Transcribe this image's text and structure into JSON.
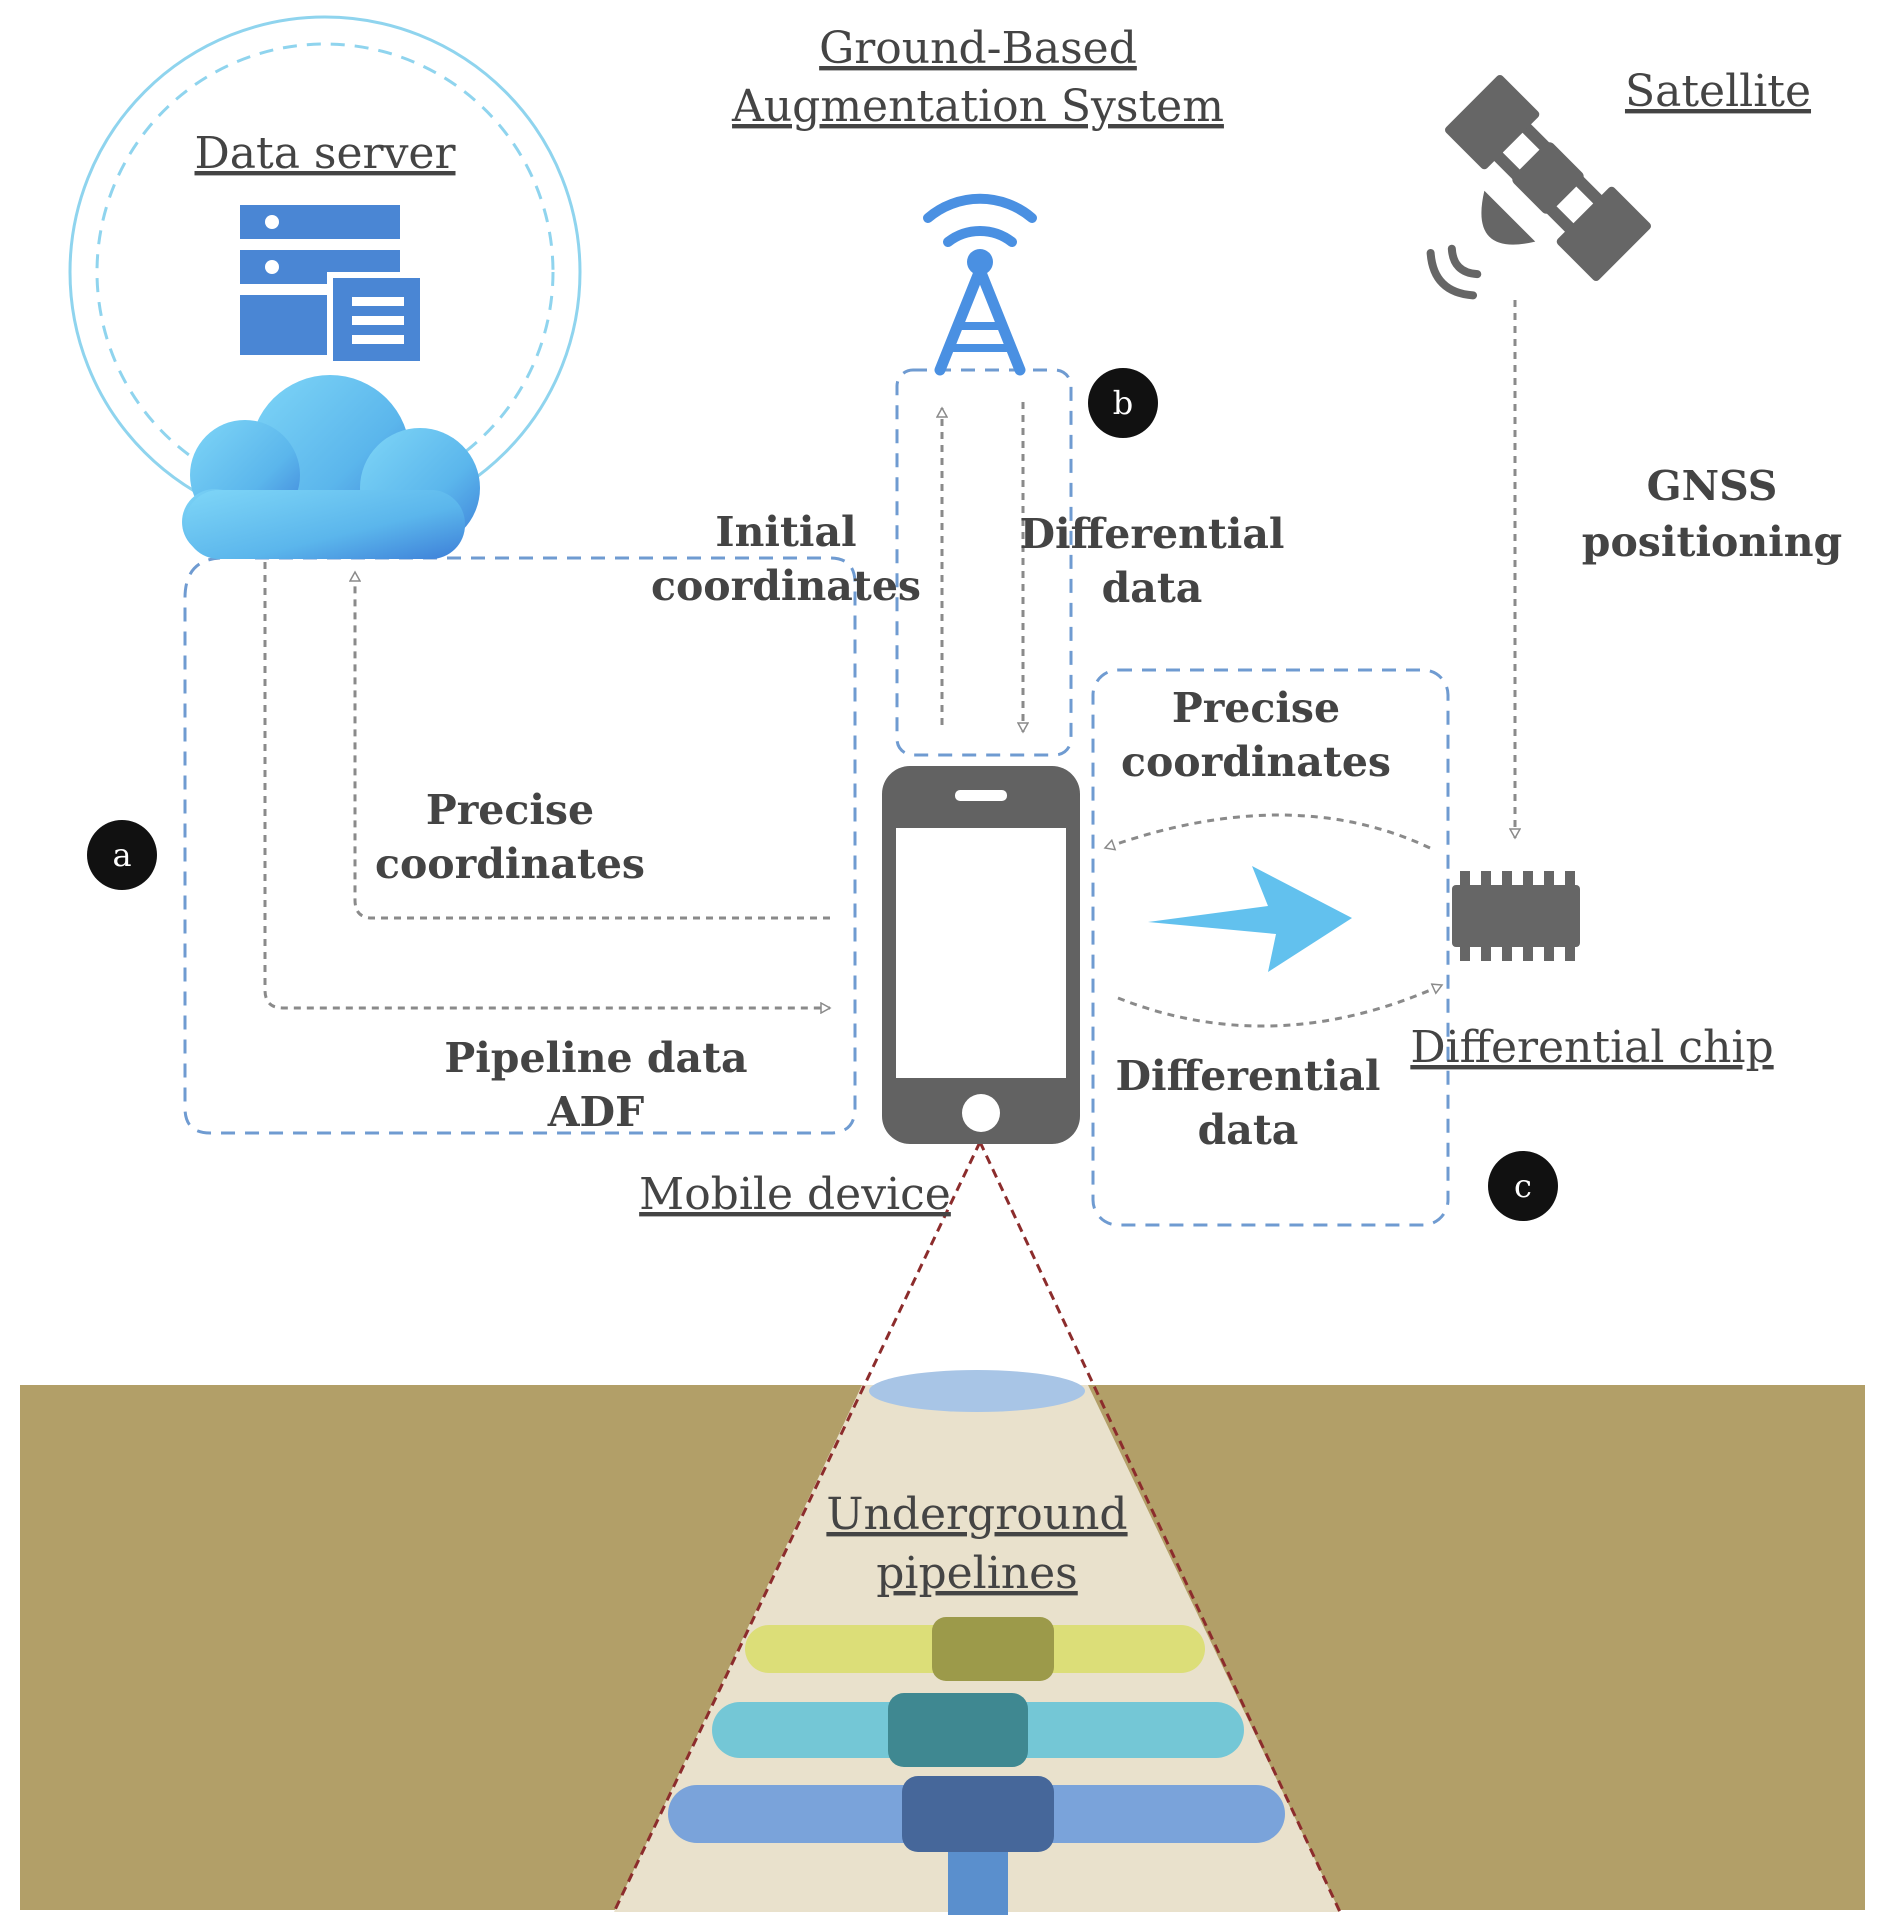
{
  "labels": {
    "data_server": "Data server",
    "gbas_line1": "Ground-Based",
    "gbas_line2": "Augmentation System",
    "satellite": "Satellite",
    "mobile_device": "Mobile device",
    "differential_chip": "Differential chip",
    "underground_line1": "Underground",
    "underground_line2": "pipelines"
  },
  "flows": {
    "initial_coordinates_line1": "Initial",
    "initial_coordinates_line2": "coordinates",
    "differential_data_top_line1": "Differential",
    "differential_data_top_line2": "data",
    "gnss_line1": "GNSS",
    "gnss_line2": "positioning",
    "precise_coordinates_left_line1": "Precise",
    "precise_coordinates_left_line2": "coordinates",
    "pipeline_data_line1": "Pipeline  data",
    "pipeline_data_line2": "ADF",
    "precise_coordinates_right_line1": "Precise",
    "precise_coordinates_right_line2": "coordinates",
    "differential_data_right_line1": "Differential",
    "differential_data_right_line2": "data"
  },
  "markers": {
    "a": "a",
    "b": "b",
    "c": "c"
  },
  "colors": {
    "server_blue": "#4a86d4",
    "cloud_blue": "#62bfee",
    "tower_blue": "#4a90e2",
    "device_gray": "#626262",
    "ground_brown": "#b29f68",
    "cone_beige": "#e9e1cc",
    "pipe_yellow": "#dcde78",
    "pipe_cyan": "#74c7d6",
    "pipe_blue": "#7aa3da",
    "dashed_box_blue": "#6f9bd1"
  }
}
